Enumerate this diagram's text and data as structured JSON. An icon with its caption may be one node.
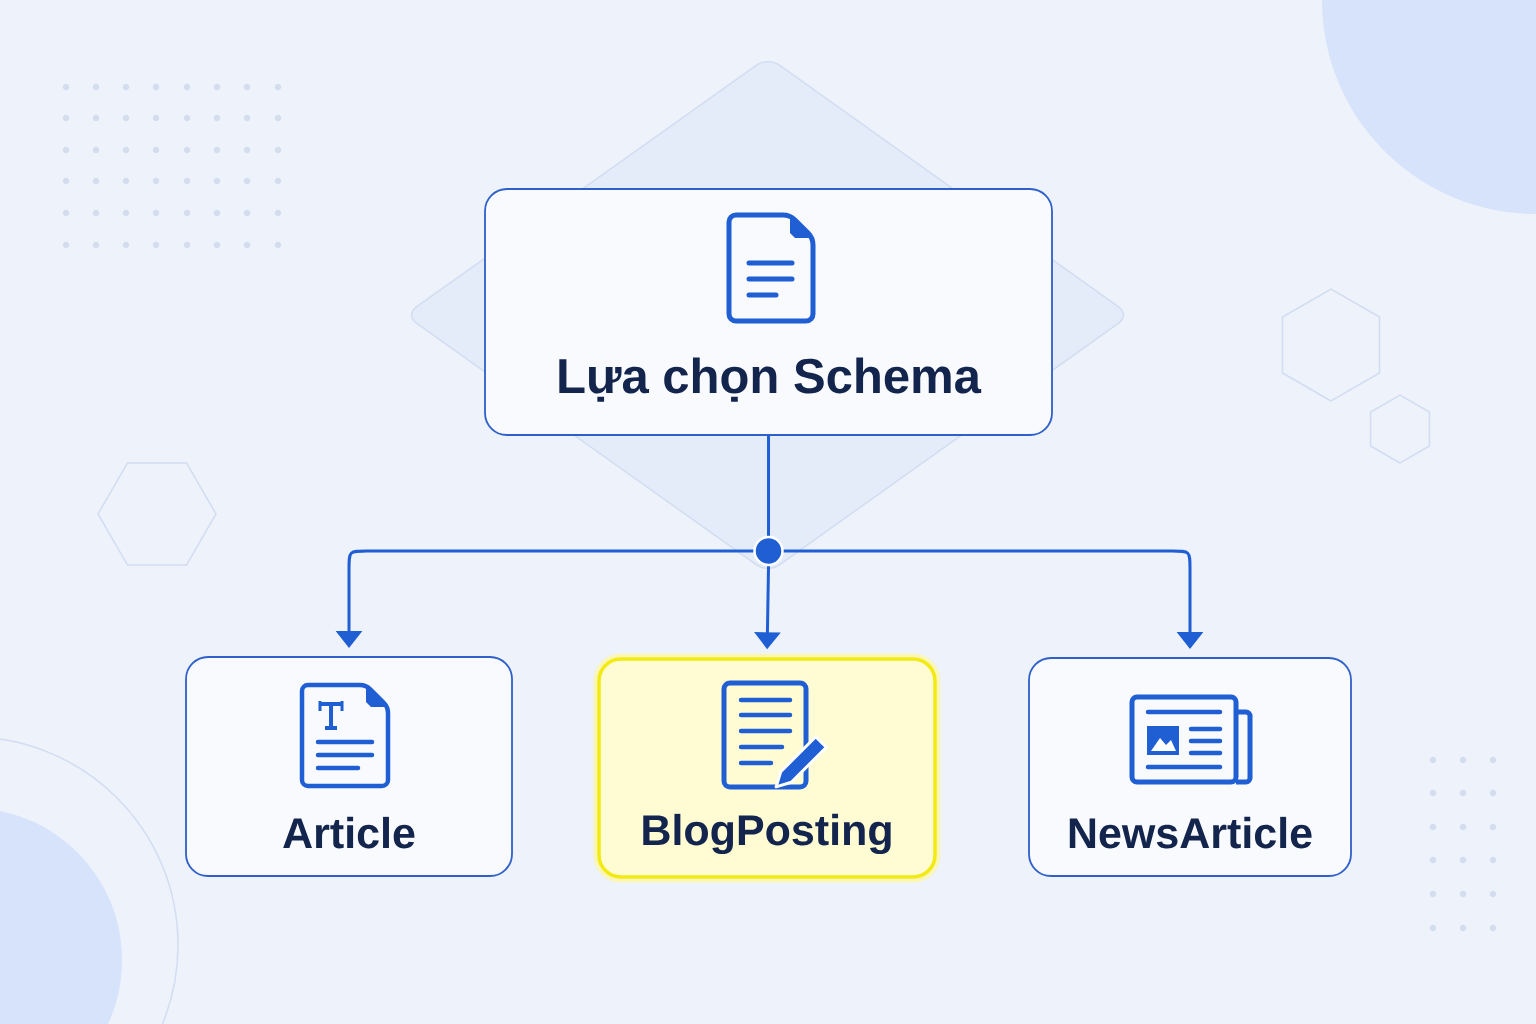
{
  "diagram": {
    "nodes": [
      {
        "text": [
          "Lựa chọn Schema"
        ]
      },
      {
        "text": [
          "Article"
        ]
      },
      {
        "text": [
          "BlogPosting"
        ]
      },
      {
        "text": [
          "NewsArticle"
        ]
      }
    ],
    "edges": [
      {
        "from": 0,
        "to": 1,
        "arrow": "to"
      },
      {
        "from": 0,
        "to": 2,
        "arrow": "to"
      },
      {
        "from": 0,
        "to": 3,
        "arrow": "to"
      }
    ]
  }
}
